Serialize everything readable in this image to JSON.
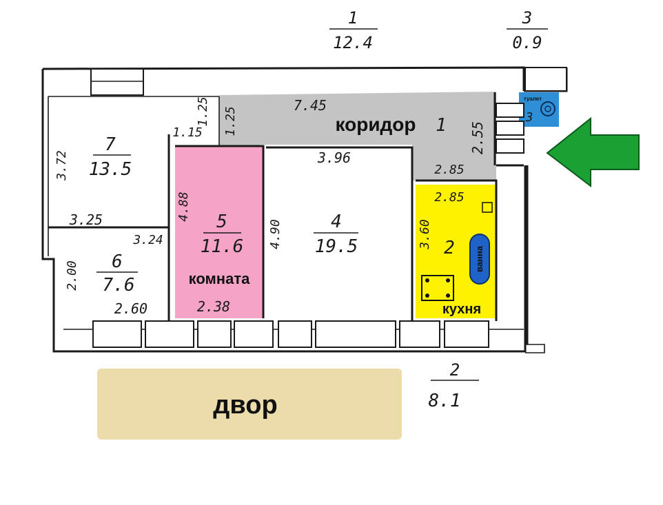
{
  "colors": {
    "corridor": "#c4c4c4",
    "room5": "#f5a3c7",
    "kitchen": "#fff200",
    "toilet": "#2e8fd6",
    "bath": "#1f63c9",
    "arrow": "#1aa033",
    "yard": "#ecdcab"
  },
  "icons": {
    "entrance": "entrance-arrow-icon",
    "stove": "stove-icon",
    "toilet": "toilet-fixture-icon"
  },
  "labels": {
    "corridor": "коридор",
    "room": "комната",
    "kitchen": "кухня",
    "bath": "ванна",
    "toilet": "туалет",
    "yard": "двор"
  },
  "plan_markers": {
    "top_left": {
      "number": "1",
      "area": "12.4"
    },
    "top_right": {
      "number": "3",
      "area": "0.9"
    },
    "bottom": {
      "number": "2",
      "area": "8.1"
    }
  },
  "rooms": {
    "r1_corridor": {
      "number": "1"
    },
    "r7": {
      "number": "7",
      "area": "13.5"
    },
    "r6": {
      "number": "6",
      "area": "7.6"
    },
    "r5": {
      "number": "5",
      "area": "11.6"
    },
    "r4": {
      "number": "4",
      "area": "19.5"
    },
    "r2_kitchen": {
      "number": "2"
    },
    "r3_toilet": {
      "number": "3"
    }
  },
  "dimensions": {
    "corridor_len": "7.45",
    "corridor_w": "2.55",
    "c1": "1.25",
    "c2": "1.25",
    "c3": "1.15",
    "r7_h": "3.72",
    "r7_w": "3.25",
    "r6_top": "3.24",
    "r6_h": "2.00",
    "r6_w": "2.60",
    "r5_h": "4.88",
    "r5_w": "2.38",
    "r4_h": "4.90",
    "r4_w": "3.96",
    "k_top1": "2.85",
    "k_top2": "2.85",
    "k_h": "3.60"
  }
}
